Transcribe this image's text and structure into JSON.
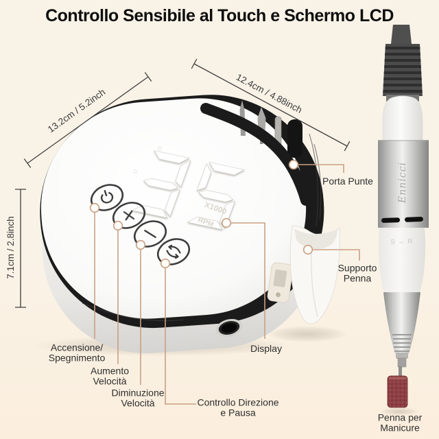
{
  "title": "Controllo Sensibile al Touch e Schermo LCD",
  "display": {
    "value": "35",
    "multiplier": "X1000",
    "unit": "RPM"
  },
  "handpiece": {
    "brand": "Ennicci",
    "marking": "S ↔ R"
  },
  "dimensions": {
    "depth": "13.2cm / 5.2inch",
    "width": "12.4cm / 4.88inch",
    "height": "7.1cm / 2.8inch"
  },
  "callouts": {
    "power": {
      "lines": [
        "Accensione/",
        "Spegnimento"
      ]
    },
    "increase": {
      "lines": [
        "Aumento",
        "Velocità"
      ]
    },
    "decrease": {
      "lines": [
        "Diminuzione",
        "Velocità"
      ]
    },
    "direction": {
      "lines": [
        "Controllo Direzione",
        "e Pausa"
      ]
    },
    "display": {
      "lines": [
        "Display"
      ]
    },
    "bit_holder": {
      "lines": [
        "Porta Punte"
      ]
    },
    "pen_holder": {
      "lines": [
        "Supporto",
        "Penna"
      ]
    },
    "pen": {
      "lines": [
        "Penna per",
        "Manicure"
      ]
    }
  },
  "colors": {
    "callout_line": "#c9a083",
    "band": "#1b1b1b",
    "sanding_band": "#8e4045",
    "background_top": "#f9f3e7",
    "background_bottom": "#fbeedd"
  }
}
